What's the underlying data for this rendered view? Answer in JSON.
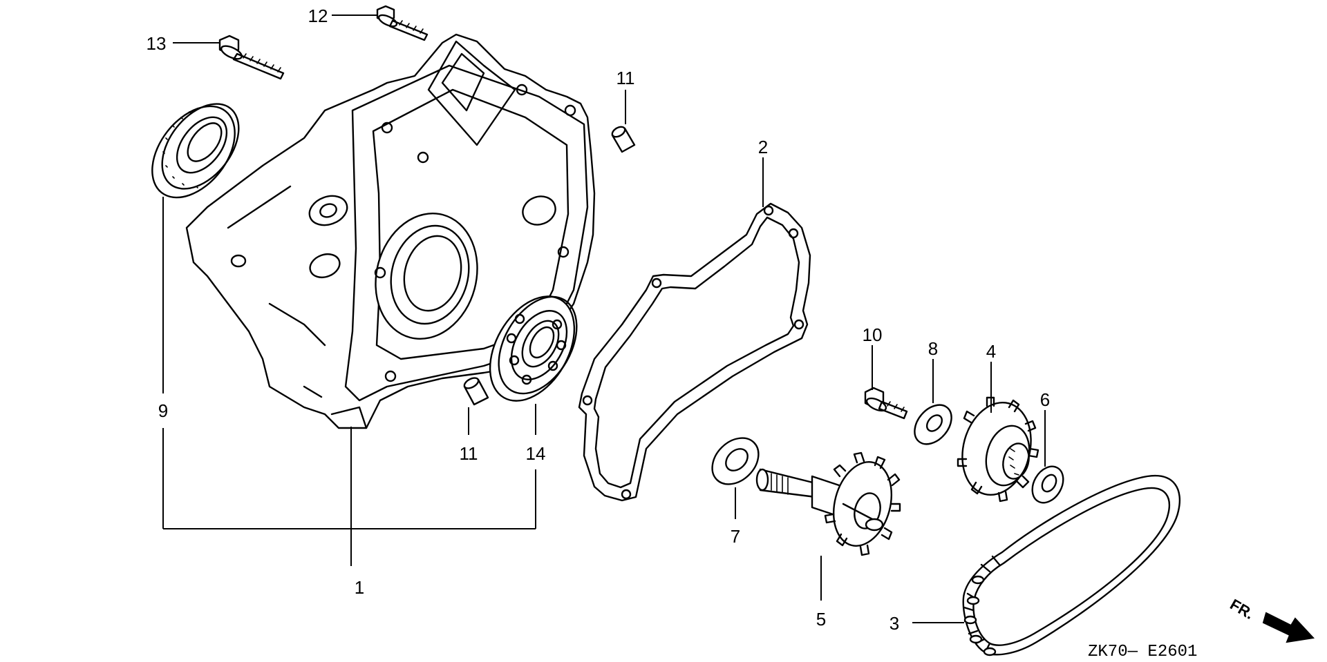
{
  "diagram": {
    "callouts": {
      "p1": "1",
      "p2": "2",
      "p3": "3",
      "p4": "4",
      "p5": "5",
      "p6": "6",
      "p7": "7",
      "p8": "8",
      "p9": "9",
      "p10": "10",
      "p11a": "11",
      "p11b": "11",
      "p12": "12",
      "p13": "13",
      "p14": "14"
    },
    "figure_code": "ZK70— E2601",
    "front_label": "FR."
  }
}
